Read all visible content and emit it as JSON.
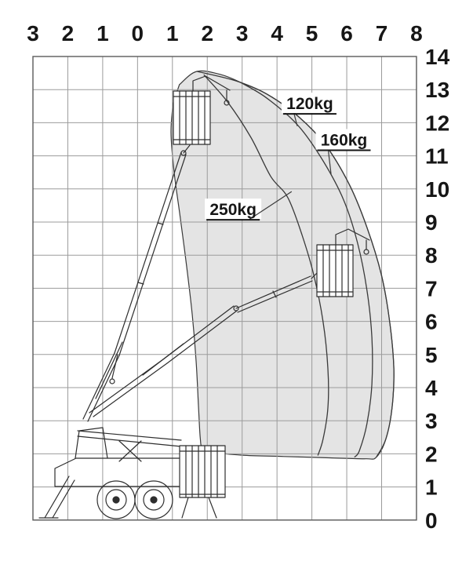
{
  "chart_data": {
    "type": "line",
    "title": "",
    "description_labels": [
      "working-envelope-load-chart"
    ],
    "x_axis": {
      "side": "top",
      "ticks": [
        "3",
        "2",
        "1",
        "0",
        "1",
        "2",
        "3",
        "4",
        "5",
        "6",
        "7",
        "8"
      ],
      "range_m": [
        -3,
        8
      ]
    },
    "y_axis": {
      "side": "right",
      "ticks": [
        "14",
        "13",
        "12",
        "11",
        "10",
        "9",
        "8",
        "7",
        "6",
        "5",
        "4",
        "3",
        "2",
        "1",
        "0"
      ],
      "range_m": [
        0,
        14
      ]
    },
    "grid": true,
    "envelope": {
      "fill": "#e4e4e4",
      "outline": [
        [
          1.2,
          13.15
        ],
        [
          1.7,
          13.55
        ],
        [
          2.4,
          13.45
        ],
        [
          3.0,
          13.2
        ],
        [
          3.7,
          12.87
        ],
        [
          4.6,
          12.2
        ],
        [
          5.39,
          11.33
        ],
        [
          6.07,
          10.14
        ],
        [
          6.58,
          8.84
        ],
        [
          6.99,
          7.42
        ],
        [
          7.23,
          6.0
        ],
        [
          7.35,
          4.57
        ],
        [
          7.3,
          3.39
        ],
        [
          7.12,
          2.44
        ],
        [
          6.85,
          1.9
        ],
        [
          6.55,
          1.85
        ],
        [
          5.5,
          1.88
        ],
        [
          4.2,
          1.92
        ],
        [
          3.0,
          1.96
        ],
        [
          2.2,
          2.05
        ],
        [
          1.87,
          2.2
        ],
        [
          1.8,
          2.45
        ],
        [
          1.75,
          3.4
        ],
        [
          1.68,
          4.8
        ],
        [
          1.57,
          6.2
        ],
        [
          1.41,
          7.65
        ],
        [
          1.23,
          9.1
        ],
        [
          1.05,
          10.5
        ],
        [
          0.96,
          11.7
        ],
        [
          1.02,
          12.6
        ]
      ]
    },
    "series": [
      {
        "name": "curve-120kg",
        "label": "120kg",
        "points": [
          [
            1.7,
            13.55
          ],
          [
            2.8,
            13.27
          ],
          [
            3.7,
            12.87
          ],
          [
            4.6,
            12.2
          ],
          [
            5.39,
            11.33
          ],
          [
            6.07,
            10.14
          ],
          [
            6.58,
            8.84
          ],
          [
            6.99,
            7.42
          ],
          [
            7.23,
            6.0
          ],
          [
            7.35,
            4.57
          ],
          [
            7.3,
            3.39
          ],
          [
            7.12,
            2.44
          ],
          [
            6.85,
            1.9
          ]
        ]
      },
      {
        "name": "curve-160kg",
        "label": "160kg",
        "points": [
          [
            2.95,
            13.22
          ],
          [
            3.7,
            12.75
          ],
          [
            4.6,
            11.92
          ],
          [
            5.32,
            10.85
          ],
          [
            5.91,
            9.67
          ],
          [
            6.31,
            8.37
          ],
          [
            6.58,
            6.94
          ],
          [
            6.72,
            5.52
          ],
          [
            6.72,
            4.1
          ],
          [
            6.58,
            2.91
          ],
          [
            6.36,
            2.09
          ],
          [
            6.22,
            1.9
          ]
        ]
      },
      {
        "name": "curve-250kg",
        "label": "250kg",
        "points": [
          [
            1.9,
            13.45
          ],
          [
            2.58,
            12.63
          ],
          [
            3.25,
            11.56
          ],
          [
            3.82,
            10.38
          ],
          [
            4.31,
            9.74
          ],
          [
            4.72,
            8.6
          ],
          [
            5.05,
            7.42
          ],
          [
            5.32,
            6.0
          ],
          [
            5.46,
            4.57
          ],
          [
            5.46,
            3.39
          ],
          [
            5.32,
            2.44
          ],
          [
            5.17,
            1.95
          ]
        ]
      }
    ],
    "labels": [
      {
        "text": "120kg",
        "x_m": 4.94,
        "y_m": 12.6,
        "leader_to": [
          4.58,
          11.9
        ],
        "leader_side": "left"
      },
      {
        "text": "160kg",
        "x_m": 5.92,
        "y_m": 11.5,
        "leader_to": [
          5.55,
          10.45
        ],
        "leader_side": "left"
      },
      {
        "text": "250kg",
        "x_m": 2.74,
        "y_m": 9.4,
        "leader_to": [
          4.42,
          9.92
        ],
        "leader_side": "right"
      }
    ],
    "machines": [
      {
        "name": "machine-stowed"
      },
      {
        "name": "machine-boom-raised"
      },
      {
        "name": "machine-boom-extended"
      }
    ],
    "colors": {
      "curve": "#3a3a3a",
      "grid": "#9b9b9b",
      "border": "#5a5a5a",
      "text": "#161616",
      "machine": "#2e2e2e"
    }
  }
}
